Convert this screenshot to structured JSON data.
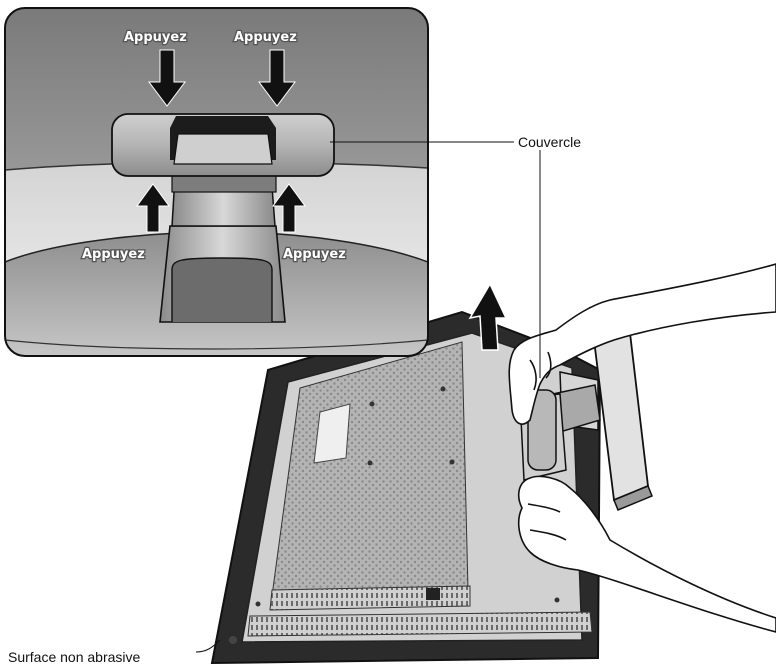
{
  "inset": {
    "press_top_left": "Appuyez",
    "press_top_right": "Appuyez",
    "press_bottom_left": "Appuyez",
    "press_bottom_right": "Appuyez"
  },
  "callouts": {
    "cover": "Couvercle",
    "surface": "Surface non abrasive"
  },
  "colors": {
    "monitor_frame": "#2b2b2b",
    "panel_back": "#c9c9c9",
    "inset_bg": "#9c9c9c",
    "ink": "#111111"
  },
  "icons": [
    "arrow-down-icon",
    "arrow-up-icon",
    "removal-arrow-icon"
  ]
}
